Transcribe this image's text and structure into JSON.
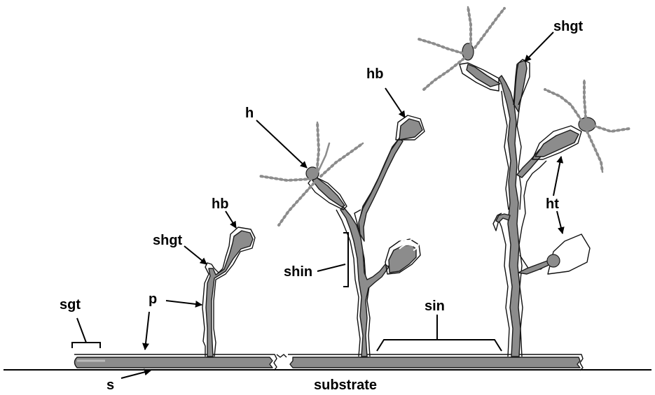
{
  "colors": {
    "tissue": "#8c8c8c",
    "outline": "#111111",
    "background": "#ffffff",
    "text": "#000000"
  },
  "labels": {
    "sgt": "sgt",
    "p": "p",
    "s": "s",
    "shgt": "shgt",
    "hb": "hb",
    "h": "h",
    "shin": "shin",
    "sin": "sin",
    "shgt_right": "shgt",
    "hb_middle": "hb",
    "ht": "ht",
    "substrate": "substrate"
  }
}
